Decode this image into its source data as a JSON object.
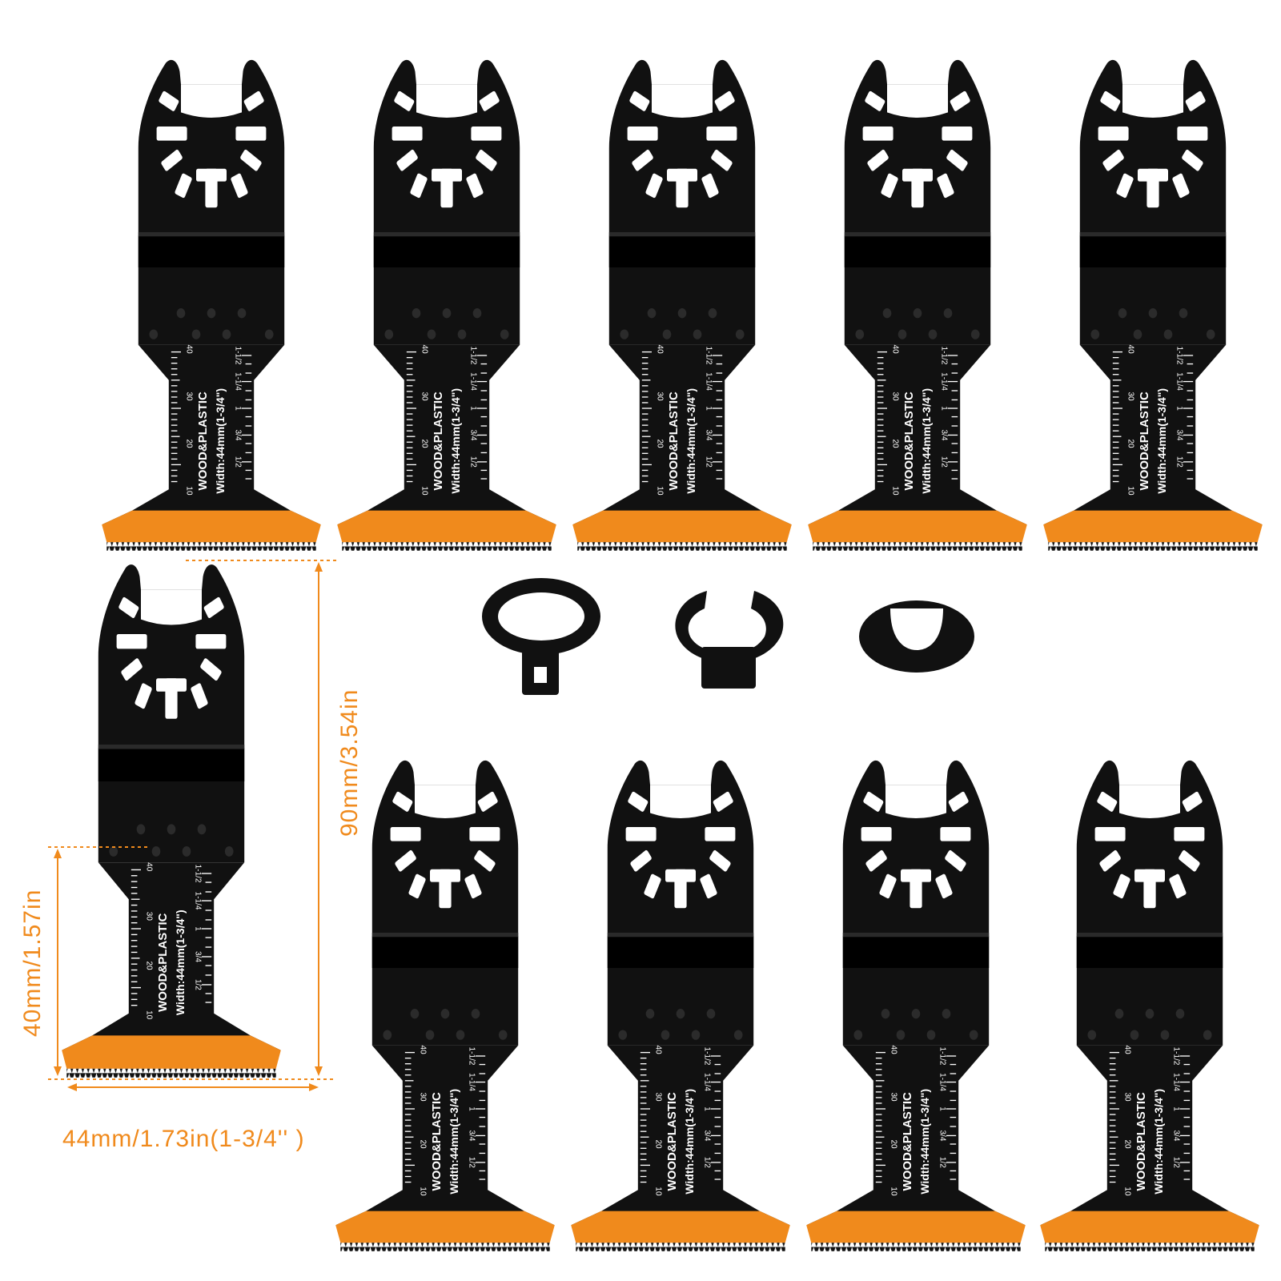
{
  "blade": {
    "material_label": "WOOD&PLASTIC",
    "width_label": "Width:44mm(1-3/4\")",
    "metric_ticks": [
      "40",
      "30",
      "20",
      "10"
    ],
    "inch_ticks": [
      "1-1/2",
      "1-1/4",
      "1",
      "3/4",
      "1/2"
    ],
    "colors": {
      "body": "#111111",
      "tip": "#f08a1c",
      "cutout": "#ffffff"
    }
  },
  "dimensions": {
    "total_length": "90mm/3.54in",
    "cut_depth": "40mm/1.57in",
    "width": "44mm/1.73in(1-3/4'' )",
    "color": "#f08a1c"
  },
  "adapters": [
    {
      "name": "ring-adapter-with-tab"
    },
    {
      "name": "c-clip-adapter-with-tab"
    },
    {
      "name": "u-washer-adapter"
    }
  ]
}
